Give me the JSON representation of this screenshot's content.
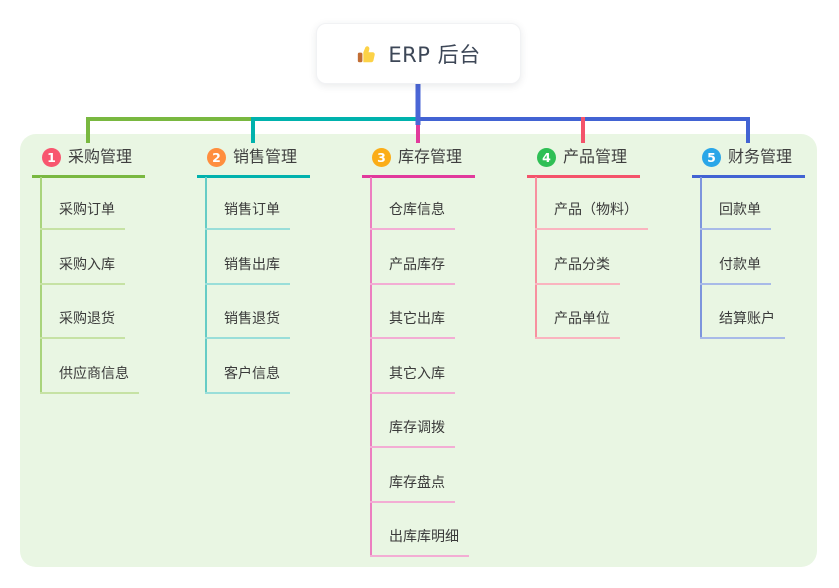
{
  "root": {
    "label": "ERP 后台",
    "icon": "thumbs-up-icon",
    "line_color": "#4a66d6"
  },
  "panel_background": "#e9f6e3",
  "branches": [
    {
      "num": "1",
      "title": "采购管理",
      "badge_color": "#f8566f",
      "line_color": "#79b840",
      "light_line_color": "#c6e2a4",
      "spine_color": "#a9d47c",
      "items": [
        "采购订单",
        "采购入库",
        "采购退货",
        "供应商信息"
      ]
    },
    {
      "num": "2",
      "title": "销售管理",
      "badge_color": "#ff8e3e",
      "line_color": "#00b2ad",
      "light_line_color": "#99ded9",
      "spine_color": "#66ccc5",
      "items": [
        "销售订单",
        "销售出库",
        "销售退货",
        "客户信息"
      ]
    },
    {
      "num": "3",
      "title": "库存管理",
      "badge_color": "#fbad18",
      "line_color": "#e13a9c",
      "light_line_color": "#f3add4",
      "spine_color": "#ec7fc0",
      "items": [
        "仓库信息",
        "产品库存",
        "其它出库",
        "其它入库",
        "库存调拨",
        "库存盘点",
        "出库库明细"
      ]
    },
    {
      "num": "4",
      "title": "产品管理",
      "badge_color": "#2fbf55",
      "line_color": "#f4536b",
      "light_line_color": "#fab4bf",
      "spine_color": "#f7909f",
      "items": [
        "产品（物料）",
        "产品分类",
        "产品单位"
      ]
    },
    {
      "num": "5",
      "title": "财务管理",
      "badge_color": "#2aa6e8",
      "line_color": "#4263d3",
      "light_line_color": "#a8bae8",
      "spine_color": "#7d95dd",
      "items": [
        "回款单",
        "付款单",
        "结算账户"
      ]
    }
  ]
}
